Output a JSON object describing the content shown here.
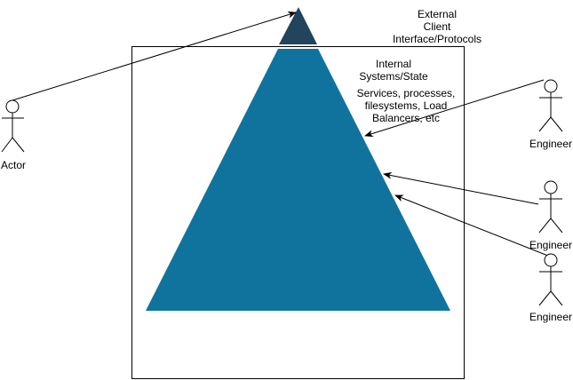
{
  "labels": {
    "external": [
      "External",
      "Client",
      "Interface/Protocols"
    ],
    "internal": [
      "Internal",
      "Systems/State"
    ],
    "services": [
      "Services, processes,",
      "filesystems, Load",
      "Balancers, etc"
    ]
  },
  "actors": [
    {
      "label": "Actor"
    },
    {
      "label": "Engineer"
    },
    {
      "label": "Engineer"
    },
    {
      "label": "Engineer"
    }
  ],
  "colors": {
    "top": "#23445d",
    "base": "#10739e",
    "stroke": "#000000"
  }
}
